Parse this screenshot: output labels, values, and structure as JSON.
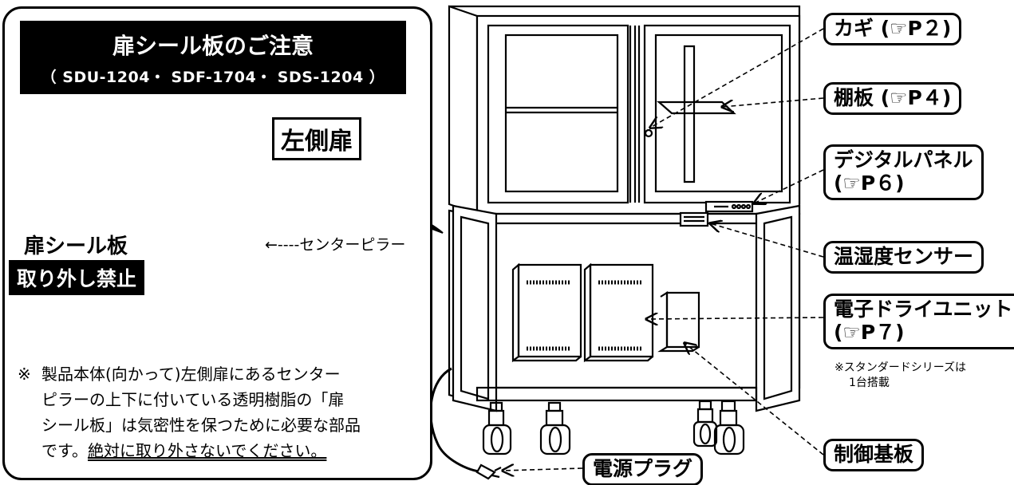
{
  "notice": {
    "title": "扉シール板のご注意",
    "models": "（ SDU-1204・ SDF-1704・ SDS-1204 ）",
    "left_door_label": "左側扉",
    "seal_label": "扉シール板",
    "forbid_label": "取り外し禁止",
    "pillar_label": "←----センターピラー",
    "note_mark": "※",
    "note_lines": [
      "製品本体(向かって)左側扉にあるセンター",
      "ピラーの上下に付いている透明樹脂の「扉",
      "シール板」は気密性を保つために必要な部品",
      "です。"
    ],
    "note_emphasis": "絶対に取り外さないでください。"
  },
  "callouts": {
    "key": "カギ (☞P２)",
    "shelf": "棚板 (☞P４)",
    "panel_line1": "デジタルパネル",
    "panel_line2": "(☞P６)",
    "sensor": "温湿度センサー",
    "dry_unit_line1": "電子ドライユニット",
    "dry_unit_line2": "(☞P７)",
    "control_board": "制御基板",
    "plug": "電源プラグ"
  },
  "standard_note": {
    "line1": "※スタンダードシリーズは",
    "line2": "1台搭載"
  }
}
